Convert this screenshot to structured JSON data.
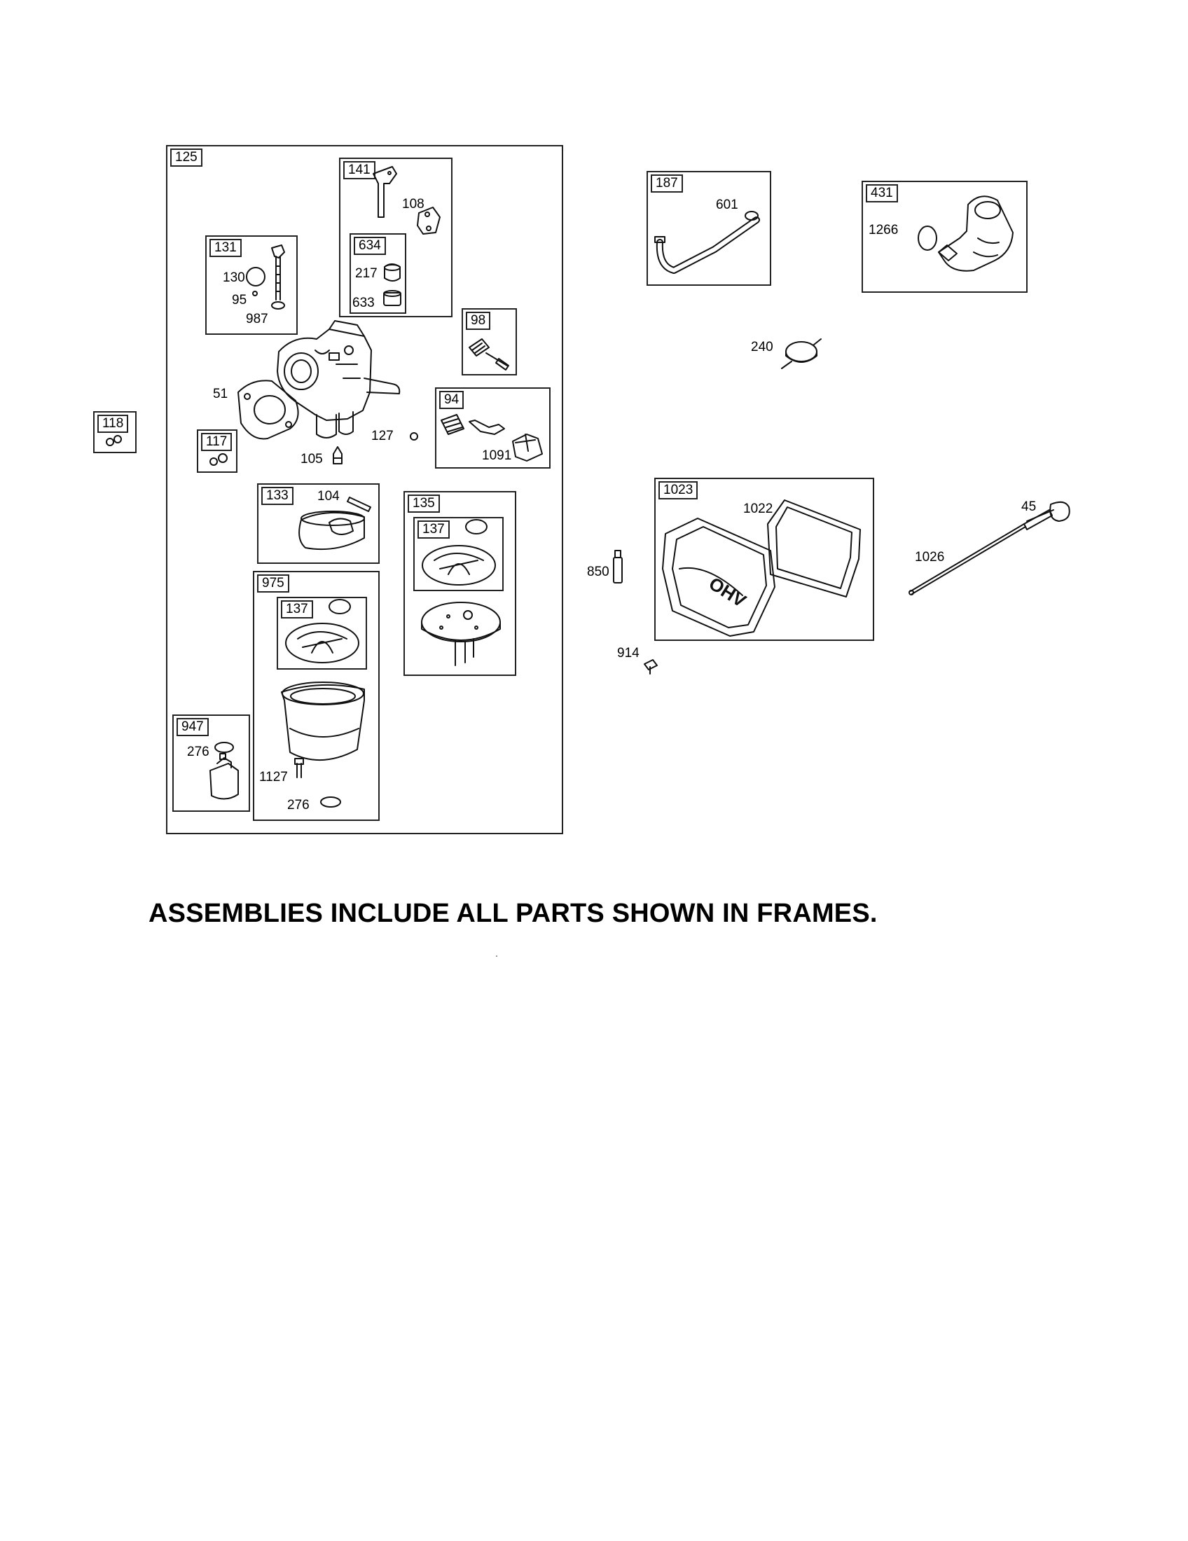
{
  "frames": {
    "f125": "125",
    "f141": "141",
    "f634": "634",
    "f131": "131",
    "f98": "98",
    "f94": "94",
    "f118": "118",
    "f117": "117",
    "f133": "133",
    "f135": "135",
    "f137a": "137",
    "f975": "975",
    "f137b": "137",
    "f947": "947",
    "f187": "187",
    "f431": "431",
    "f1023": "1023"
  },
  "labels": {
    "l108": "108",
    "l217": "217",
    "l633": "633",
    "l130": "130",
    "l95": "95",
    "l987": "987",
    "l51": "51",
    "l127": "127",
    "l105": "105",
    "l1091": "1091",
    "l104": "104",
    "l276a": "276",
    "l1127": "1127",
    "l276b": "276",
    "l601": "601",
    "l1266": "1266",
    "l240": "240",
    "l1022": "1022",
    "l850": "850",
    "l914": "914",
    "l45": "45",
    "l1026": "1026"
  },
  "caption": "ASSEMBLIES INCLUDE ALL PARTS SHOWN IN FRAMES.",
  "emblem": "OHV"
}
